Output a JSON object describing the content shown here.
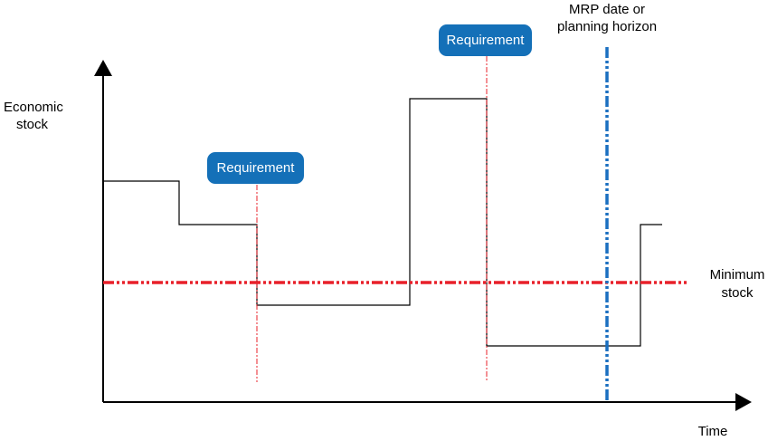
{
  "labels": {
    "y_axis_line1": "Economic",
    "y_axis_line2": "stock",
    "x_axis": "Time",
    "minimum_line1": "Minimum",
    "minimum_line2": "stock",
    "mrp_line1": "MRP date or",
    "mrp_line2": "planning horizon",
    "requirement_1": "Requirement",
    "requirement_2": "Requirement"
  },
  "colors": {
    "axis": "#000000",
    "stock_line": "#000000",
    "minimum_stock_line": "#e8202a",
    "requirement_line": "#e8202a",
    "mrp_line": "#1a6fc0",
    "bubble_fill": "#1470b8",
    "bubble_text": "#ffffff"
  }
}
